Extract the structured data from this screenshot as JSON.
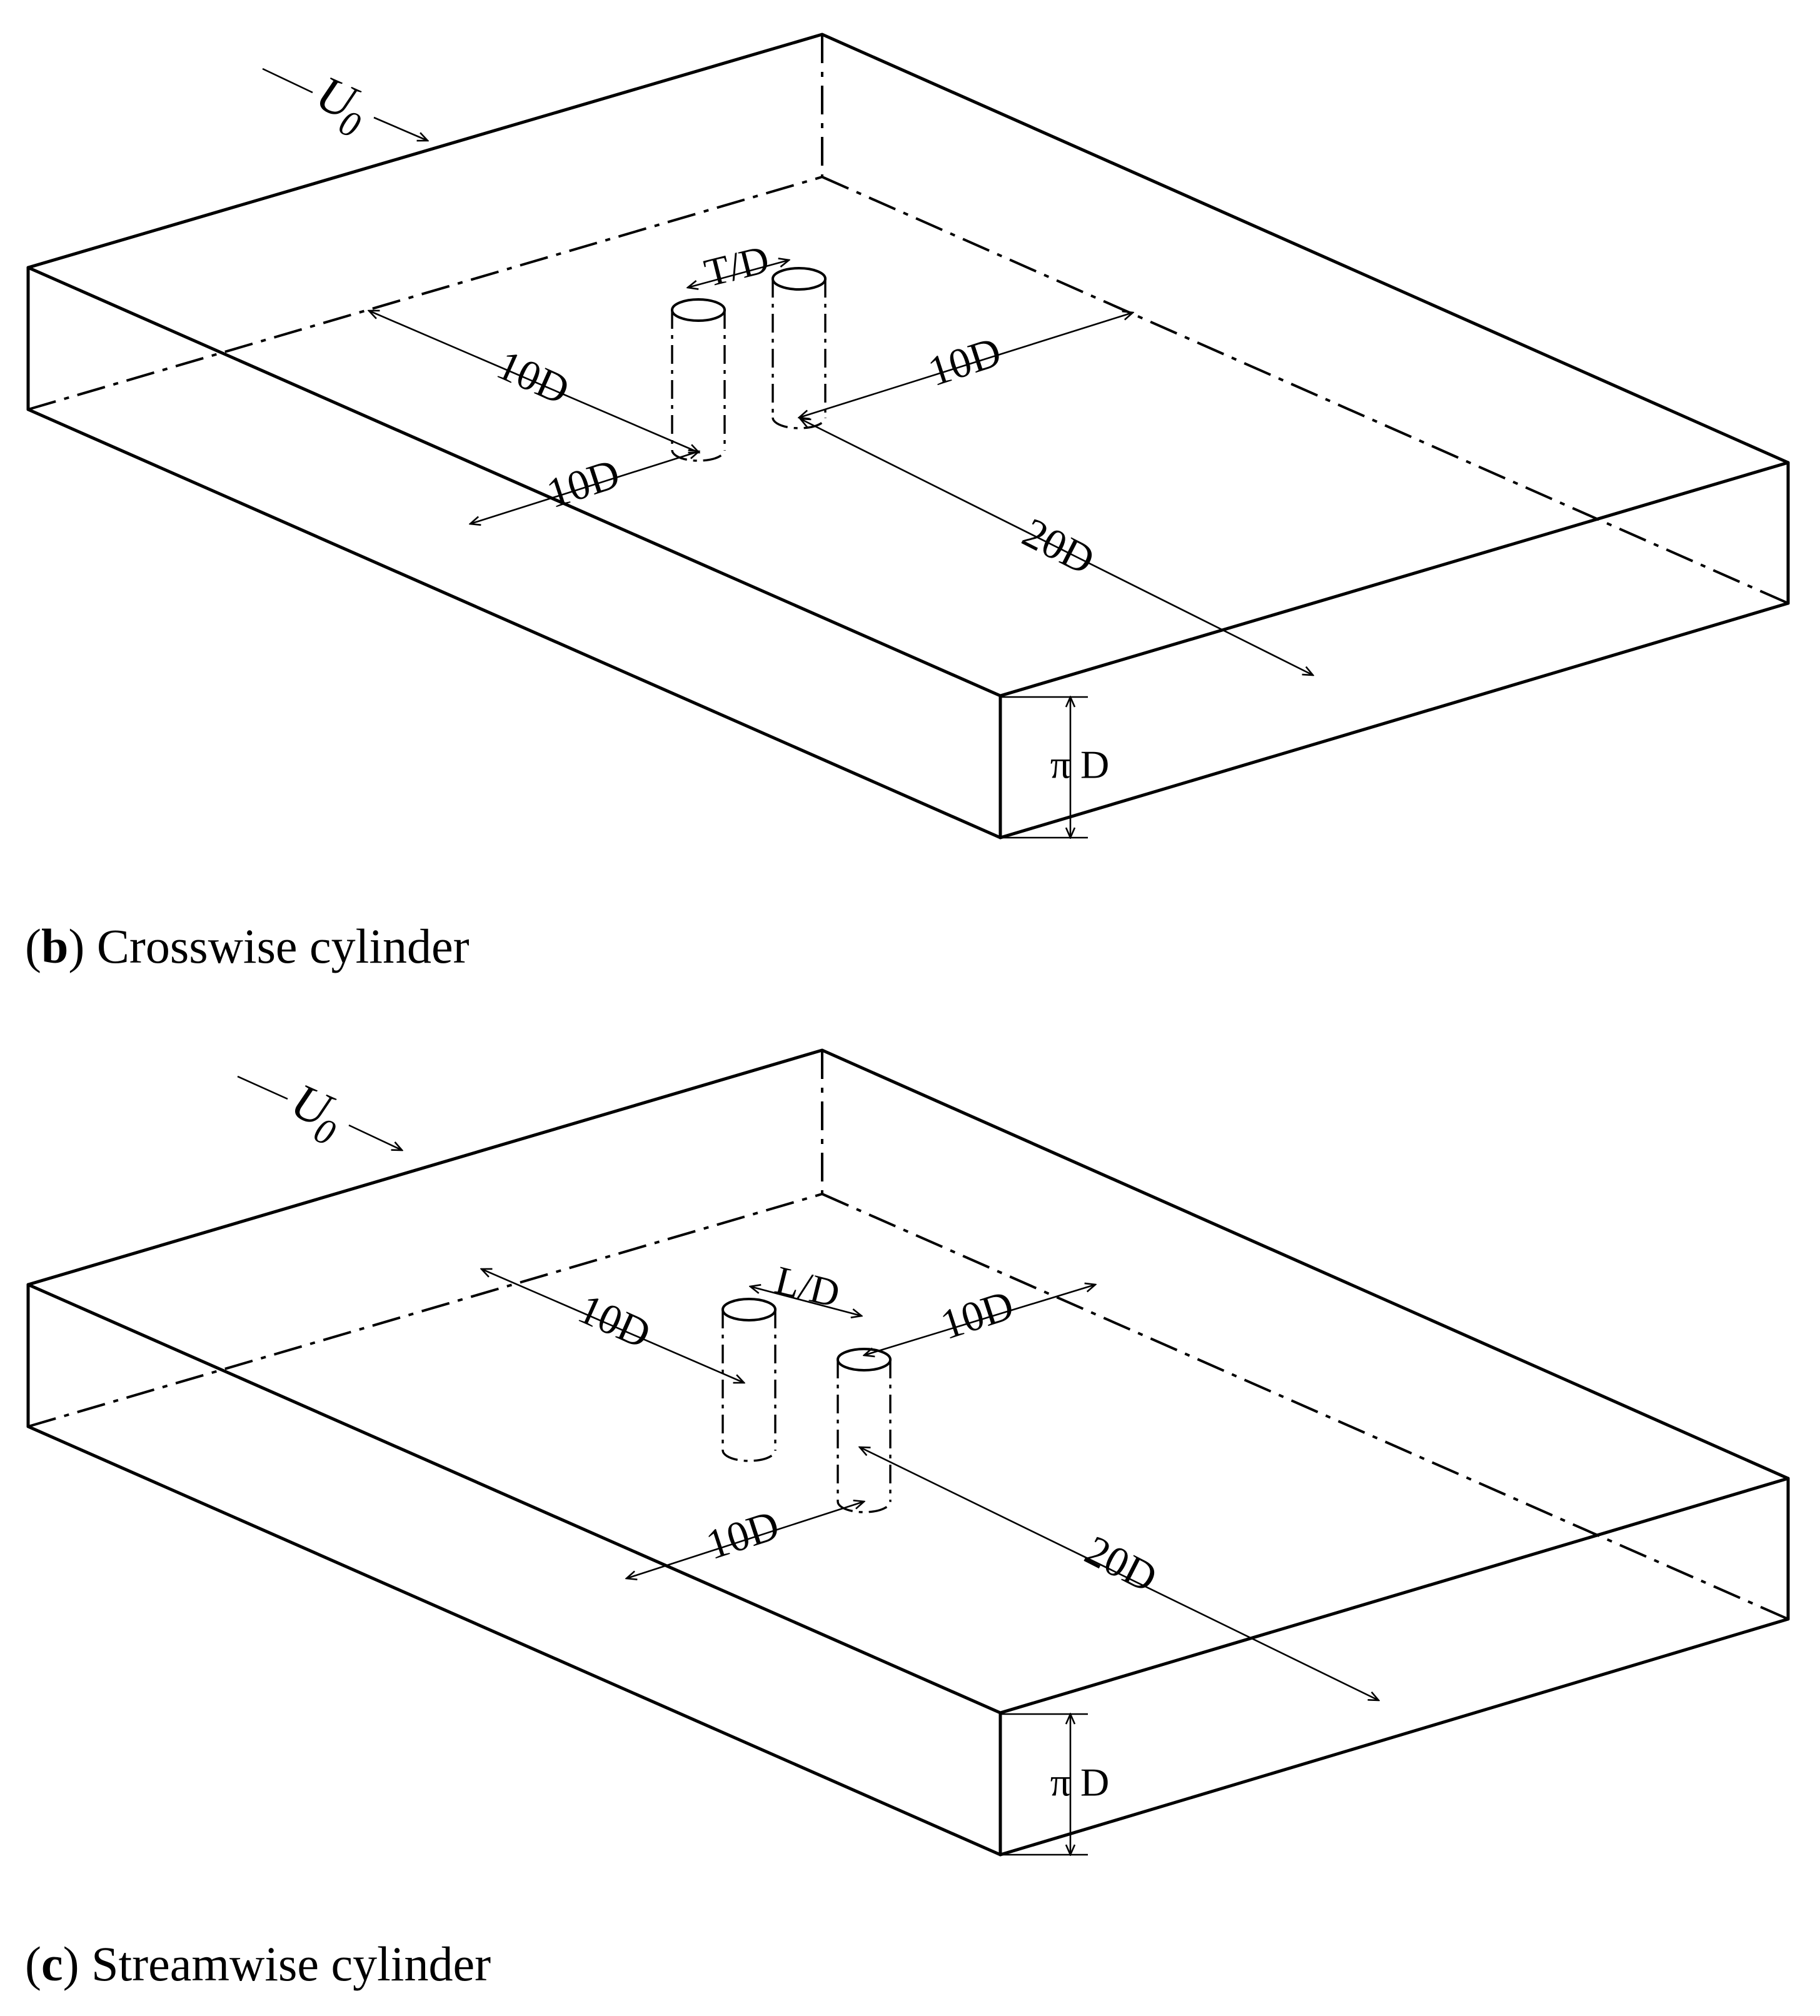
{
  "panels": [
    {
      "id": "b",
      "caption": {
        "letter": "b",
        "text": "Crosswise cylinder"
      },
      "flow_label": "U",
      "flow_subscript": "0",
      "dims": {
        "gap": "T/D",
        "upstream": "10D",
        "downstream": "20D",
        "side_left": "10D",
        "side_right": "10D",
        "height": "π D"
      }
    },
    {
      "id": "c",
      "caption": {
        "letter": "c",
        "text": "Streamwise cylinder"
      },
      "flow_label": "U",
      "flow_subscript": "0",
      "dims": {
        "gap": "L/D",
        "upstream": "10D",
        "downstream": "20D",
        "side_left": "10D",
        "side_right": "10D",
        "height": "π D"
      }
    }
  ]
}
